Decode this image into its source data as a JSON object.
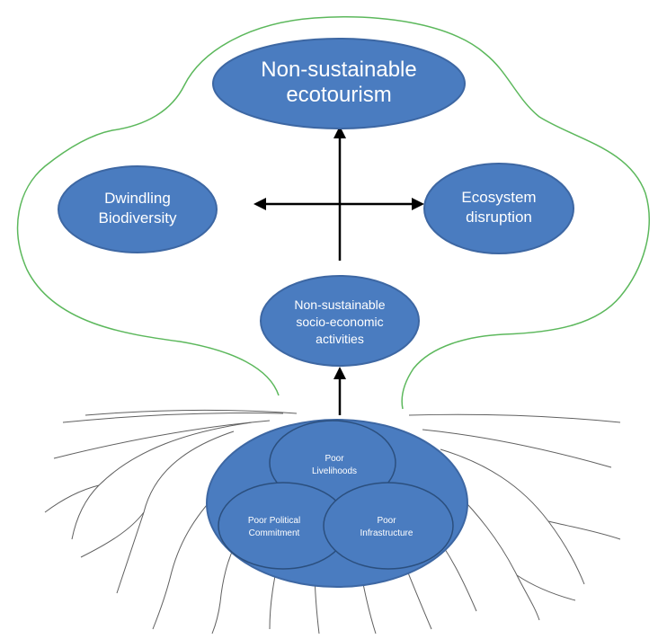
{
  "diagram": {
    "top_node": {
      "line1": "Non-sustainable",
      "line2": "ecotourism"
    },
    "left_node": {
      "line1": "Dwindling",
      "line2": "Biodiversity"
    },
    "right_node": {
      "line1": "Ecosystem",
      "line2": "disruption"
    },
    "middle_node": {
      "line1": "Non-sustainable",
      "line2": "socio-economic",
      "line3": "activities"
    },
    "root_circles": {
      "top": {
        "line1": "Poor",
        "line2": "Livelihoods"
      },
      "left": {
        "line1": "Poor Political",
        "line2": "Commitment"
      },
      "right": {
        "line1": "Poor",
        "line2": "Infrastructure"
      }
    },
    "colors": {
      "node_fill": "#4a7cc0",
      "cloud_outline": "#5cb85c",
      "arrow": "#000000",
      "roots": "#606060"
    }
  }
}
